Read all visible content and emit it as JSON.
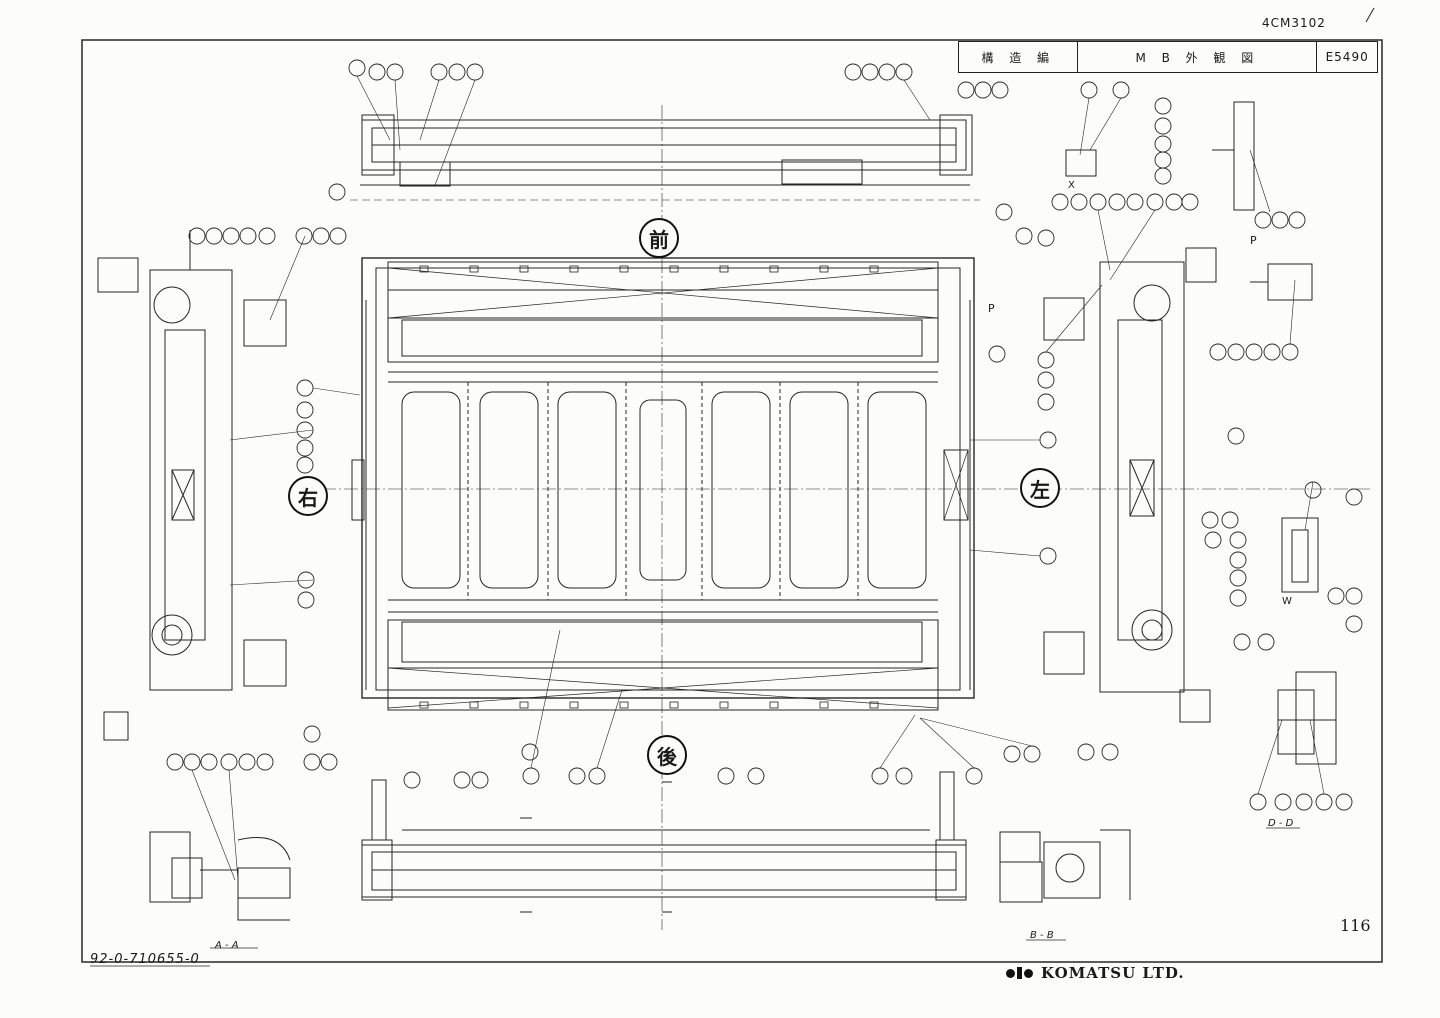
{
  "document": {
    "code": "4CM3102",
    "title_block": {
      "section": "構 造 編",
      "title": "M B 外 観 図",
      "number": "E5490"
    },
    "page_number": "116",
    "drawing_id": "92-0-710655-0",
    "company": "KOMATSU LTD."
  },
  "orientation_labels": {
    "front": "前",
    "rear": "後",
    "right": "右",
    "left": "左"
  },
  "section_labels": {
    "aa": "A - A",
    "bb": "B - B",
    "dd": "D - D"
  },
  "view_labels": {
    "p1": "P",
    "p2": "P",
    "w": "W",
    "x": "X"
  }
}
